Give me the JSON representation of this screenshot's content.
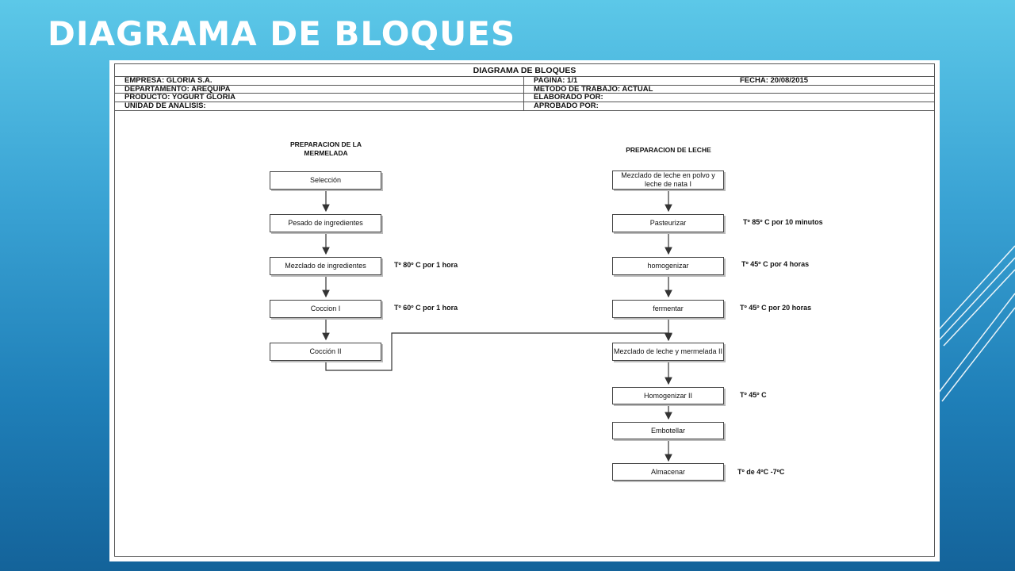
{
  "slide": {
    "title": "DIAGRAMA DE BLOQUES"
  },
  "doc": {
    "title": "DIAGRAMA DE BLOQUES",
    "empresa": "EMPRESA: GLORIA S.A.",
    "pagina": "PAGINA: 1/1",
    "fecha": "FECHA: 20/08/2015",
    "departamento": "DEPARTAMENTO: AREQUIPA",
    "metodo": "METODO DE TRABAJO: ACTUAL",
    "producto": "PRODUCTO: YOGURT GLORIA",
    "elaborado": "ELABORADO POR:",
    "unidad": "UNIDAD DE ANALISIS:",
    "aprobado": "APROBADO POR:"
  },
  "sections": {
    "mermelada": "PREPARACION DE LA MERMELADA",
    "leche": "PREPARACION DE LECHE"
  },
  "nodes": {
    "seleccion": "Selección",
    "pesado": "Pesado de ingredientes",
    "mezclado_ing": "Mezclado de ingredientes",
    "coccion1": "Coccion I",
    "coccion2": "Cocción II",
    "mezclado_leche": "Mezclado de leche en polvo y leche de nata I",
    "pasteurizar": "Pasteurizar",
    "homogenizar": "homogenizar",
    "fermentar": "fermentar",
    "mezclado_mermelada": "Mezclado de leche y mermelada II",
    "homogenizar2": "Homogenizar II",
    "embotellar": "Embotellar",
    "almacenar": "Almacenar"
  },
  "notes": {
    "mezclado_ing": "Tº 80º C por 1 hora",
    "coccion1": "Tº 60º C por 1 hora",
    "pasteurizar": "Tº 85º C por 10 minutos",
    "homogenizar": "Tº 45º C por 4 horas",
    "fermentar": "Tº 45º C por 20 horas",
    "homogenizar2": "Tº 45º C",
    "almacenar": "Tº de 4ºC -7ºC"
  },
  "colors": {
    "line": "#333333",
    "box_border": "#444444",
    "title_text": "#ffffff"
  }
}
